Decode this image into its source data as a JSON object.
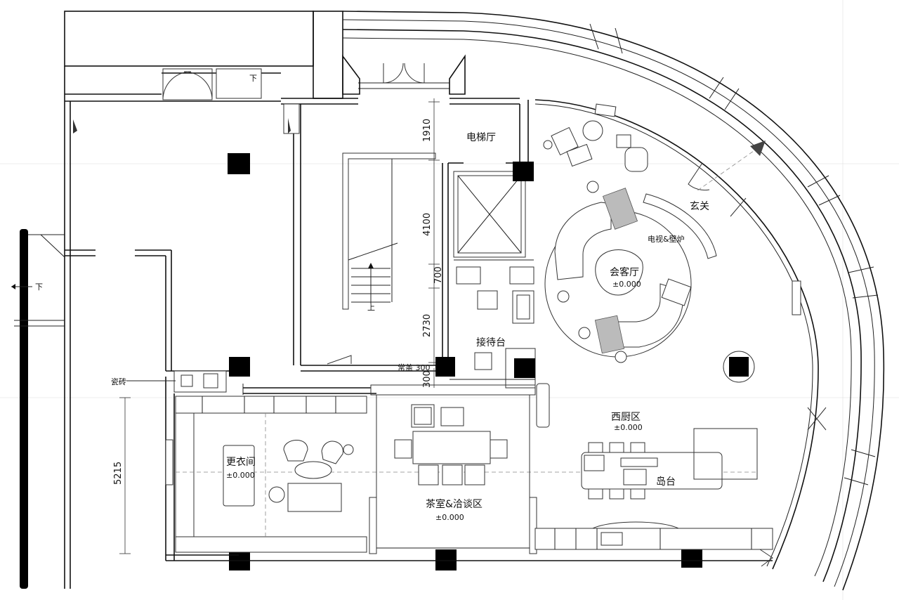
{
  "rooms": {
    "elevator_hall": "电梯厅",
    "entrance": "玄关",
    "tv_fireplace": "电视&壁炉",
    "reception_lounge": "会客厅",
    "reception_desk": "接待台",
    "dressing_room": "更衣间",
    "tea_room": "茶室&洽谈区",
    "western_kitchen": "西厨区",
    "island": "岛台"
  },
  "levels": {
    "reception_lounge": "±0.000",
    "dressing_room": "±0.000",
    "tea_room": "±0.000",
    "western_kitchen": "±0.000"
  },
  "dimensions": {
    "d1910": "1910",
    "d4100": "4100",
    "d700": "700",
    "d2730": "2730",
    "d300": "300",
    "d5215": "5215"
  },
  "annotations": {
    "tile": "瓷砖",
    "down_left": "下",
    "down_top": "下",
    "up_stair": "上",
    "small_note": "常盖 300"
  },
  "colors": {
    "line": "#111111",
    "column": "#000000",
    "hatch": "#bbbbbb"
  }
}
